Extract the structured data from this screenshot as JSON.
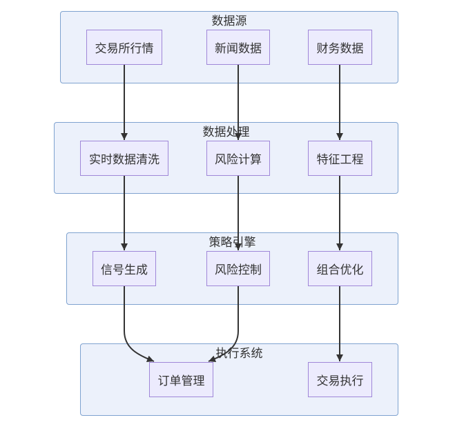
{
  "groups": {
    "source": {
      "title": "数据源"
    },
    "process": {
      "title": "数据处理"
    },
    "strategy": {
      "title": "策略引擎"
    },
    "exec": {
      "title": "执行系统"
    }
  },
  "nodes": {
    "exchange": {
      "label": "交易所行情"
    },
    "news": {
      "label": "新闻数据"
    },
    "finance": {
      "label": "财务数据"
    },
    "clean": {
      "label": "实时数据清洗"
    },
    "risk_calc": {
      "label": "风险计算"
    },
    "feature": {
      "label": "特征工程"
    },
    "signal": {
      "label": "信号生成"
    },
    "risk_ctrl": {
      "label": "风险控制"
    },
    "portfolio": {
      "label": "组合优化"
    },
    "order": {
      "label": "订单管理"
    },
    "trade": {
      "label": "交易执行"
    }
  },
  "edges": [
    {
      "from": "exchange",
      "to": "clean"
    },
    {
      "from": "news",
      "to": "risk_calc"
    },
    {
      "from": "finance",
      "to": "feature"
    },
    {
      "from": "clean",
      "to": "signal"
    },
    {
      "from": "risk_calc",
      "to": "risk_ctrl"
    },
    {
      "from": "feature",
      "to": "portfolio"
    },
    {
      "from": "signal",
      "to": "order"
    },
    {
      "from": "risk_ctrl",
      "to": "order"
    },
    {
      "from": "portfolio",
      "to": "trade"
    }
  ],
  "colors": {
    "group_fill": "#ecf1fb",
    "group_border": "#7ea2cf",
    "node_fill": "#ecebfd",
    "node_border": "#9f86d8",
    "edge": "#333333"
  }
}
